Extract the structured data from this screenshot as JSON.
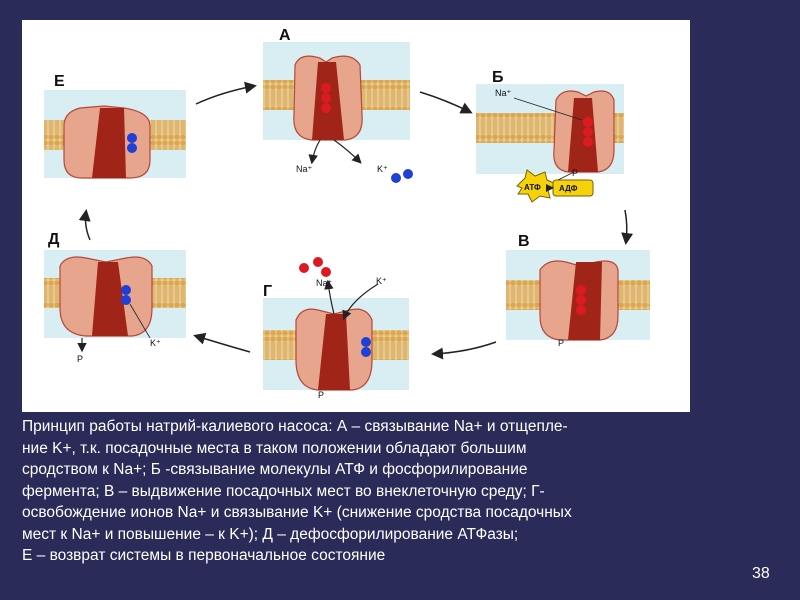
{
  "panels": [
    {
      "letter": "А"
    },
    {
      "letter": "Б"
    },
    {
      "letter": "В"
    },
    {
      "letter": "Г"
    },
    {
      "letter": "Д"
    },
    {
      "letter": "Е"
    }
  ],
  "labels": {
    "na": "Na⁺",
    "k": "K⁺",
    "p": "P",
    "atp": "АТФ",
    "adp": "АДФ"
  },
  "colors": {
    "slide_bg": "#2a2b58",
    "figure_bg": "#ffffff",
    "panel_bg": "#d9eef3",
    "lipid_band": "#e9c98a",
    "protein_light": "#e6a58c",
    "protein_dark": "#a02418",
    "na_ion": "#dd1a22",
    "k_ion": "#1f3fd6",
    "atp_fill": "#f5d20c"
  },
  "caption": [
    "Принцип работы натрий-калиевого насоса: А – связывание Na+ и отщепле-",
    "ние K+, т.к. посадочные места в таком положении обладают большим",
    "сродством к Na+; Б -связывание молекулы АТФ и фосфорилирование",
    "фермента; В – выдвижение посадочных мест во внеклеточную среду; Г-",
    "освобождение ионов Na+ и связывание K+ (снижение сродства посадочных",
    "мест к Na+ и повышение – к K+); Д – дефосфорилирование АТФазы;",
    "Е – возврат системы в первоначальное состояние"
  ],
  "slide_number": "38"
}
